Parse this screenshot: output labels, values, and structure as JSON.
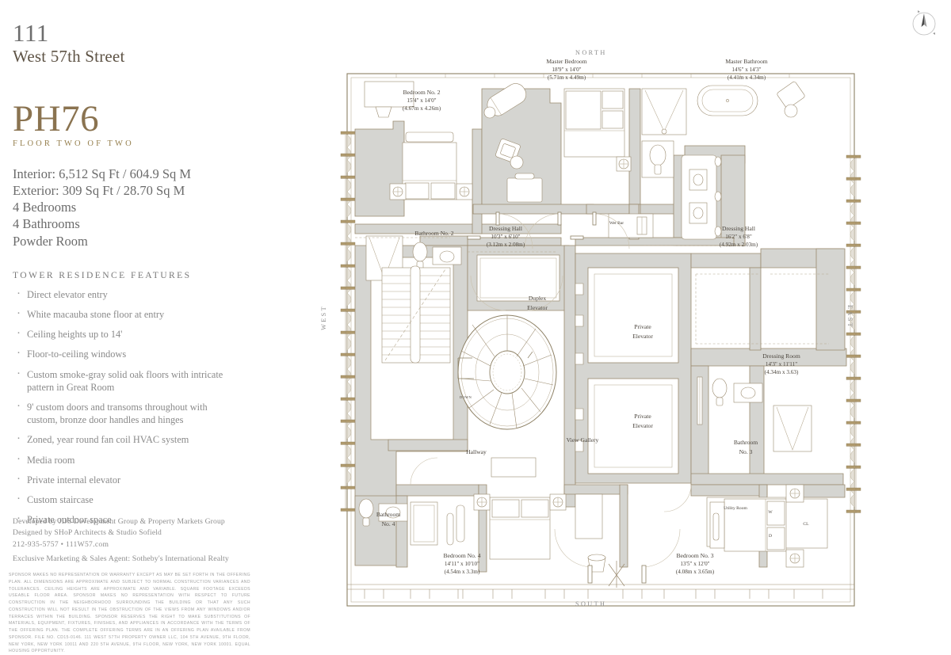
{
  "building": {
    "number": "111",
    "street": "West 57th Street"
  },
  "unit": {
    "name": "PH76",
    "floor_label": "FLOOR TWO OF TWO"
  },
  "specs": {
    "interior": "Interior: 6,512 Sq Ft / 604.9 Sq M",
    "exterior": "Exterior: 309 Sq Ft / 28.70 Sq M",
    "bedrooms": "4 Bedrooms",
    "bathrooms": "4 Bathrooms",
    "powder": "Powder Room"
  },
  "features": {
    "heading": "TOWER RESIDENCE FEATURES",
    "items": [
      "Direct elevator entry",
      "White macauba stone floor at entry",
      "Ceiling heights up to 14'",
      "Floor-to-ceiling windows",
      "Custom smoke-gray solid oak floors with intricate pattern in Great Room",
      "9' custom doors and transoms throughout with custom, bronze door handles and hinges",
      "Zoned, year round fan coil HVAC system",
      "Media room",
      "Private internal elevator",
      "Custom staircase",
      "Private outdoor space"
    ]
  },
  "footer": {
    "developed_by": "Developed by JDS Development Group & Property Markets Group",
    "designed_by": "Designed by SHoP Architects & Studio Sofield",
    "contact": "212-935-5757  •  111W57.com",
    "agent": "Exclusive Marketing & Sales Agent: Sotheby's International Realty",
    "disclaimer": "SPONSOR MAKES NO REPRESENTATION OR WARRANTY EXCEPT AS MAY BE SET FORTH IN THE OFFERING PLAN. ALL DIMENSIONS ARE APPROXIMATE AND SUBJECT TO NORMAL CONSTRUCTION VARIANCES AND TOLERANCES. CEILING HEIGHTS ARE APPROXIMATE AND VARIABLE. SQUARE FOOTAGE EXCEEDS USEABLE FLOOR AREA. SPONSOR MAKES NO REPRESENTATION WITH RESPECT TO FUTURE CONSTRUCTION IN THE NEIGHBORHOOD SURROUNDING THE BUILDING OR THAT ANY SUCH CONSTRUCTION WILL NOT RESULT IN THE OBSTRUCTION OF THE VIEWS FROM ANY WINDOWS AND/OR TERRACES WITHIN THE BUILDING. SPONSOR RESERVES THE RIGHT TO MAKE SUBSTITUTIONS OF MATERIALS, EQUIPMENT, FIXTURES, FINISHES, AND APPLIANCES IN ACCORDANCE WITH THE TERMS OF THE OFFERING PLAN. THE COMPLETE OFFERING TERMS ARE IN AN OFFERING PLAN AVAILABLE FROM SPONSOR. FILE NO. CD15-0146. 111 WEST 57TH PROPERTY OWNER LLC, 104 5TH AVENUE, 9TH FLOOR, NEW YORK, NEW YORK 10011 AND 220 5TH AVENUE, 9TH FLOOR, NEW YORK, NEW YORK 10001. EQUAL HOUSING OPPORTUNITY."
  },
  "plan": {
    "directions": {
      "north": "NORTH",
      "south": "SOUTH",
      "east": "EAST",
      "west": "WEST"
    },
    "rooms": [
      {
        "name": "Bedroom No. 2",
        "dim_ft": "15'4\" x 14'0\"",
        "dim_m": "(4.67m x 4.26m)"
      },
      {
        "name": "Master Bedroom",
        "dim_ft": "18'9\" x 14'0\"",
        "dim_m": "(5.71m x 4.49m)"
      },
      {
        "name": "Master Bathroom",
        "dim_ft": "14'6\" x 14'3\"",
        "dim_m": "(4.41m x 4.34m)"
      },
      {
        "name": "Dressing Hall",
        "dim_ft": "10'3\" x 6'10\"",
        "dim_m": "(3.12m x 2.08m)"
      },
      {
        "name": "Dressing Hall",
        "dim_ft": "16'2\" x 6'8\"",
        "dim_m": "(4.92m x 2.03m)"
      },
      {
        "name": "Dressing Room",
        "dim_ft": "14'3\" x 11'11\"",
        "dim_m": "(4.34m x 3.63)"
      },
      {
        "name": "Bedroom No. 4",
        "dim_ft": "14'11\" x 10'10\"",
        "dim_m": "(4.54m x 3.3m)"
      },
      {
        "name": "Bedroom No. 3",
        "dim_ft": "13'5\" x 12'0\"",
        "dim_m": "(4.08m x 3.65m)"
      }
    ],
    "labels": {
      "bathroom2": "Bathroom No. 2",
      "bathroom3_l1": "Bathroom",
      "bathroom3_l2": "No. 3",
      "bathroom4_l1": "Bathroom",
      "bathroom4_l2": "No. 4",
      "duplex_elevator_l1": "Duplex",
      "duplex_elevator_l2": "Elevator",
      "private_elevator_l1": "Private",
      "private_elevator_l2": "Elevator",
      "view_gallery": "View Gallery",
      "hallway": "Hallway",
      "wet_bar": "Wet Bar",
      "utility_room": "Utility Room",
      "washer": "W",
      "dryer": "D",
      "closet": "CL",
      "down": "DOWN"
    }
  },
  "colors": {
    "title_bronze": "#8a7350",
    "wall_fill": "#d5d5d1",
    "wall_stroke": "#9a8a6e",
    "text_gray": "#6b6b6b",
    "plan_text": "#4a443c"
  }
}
